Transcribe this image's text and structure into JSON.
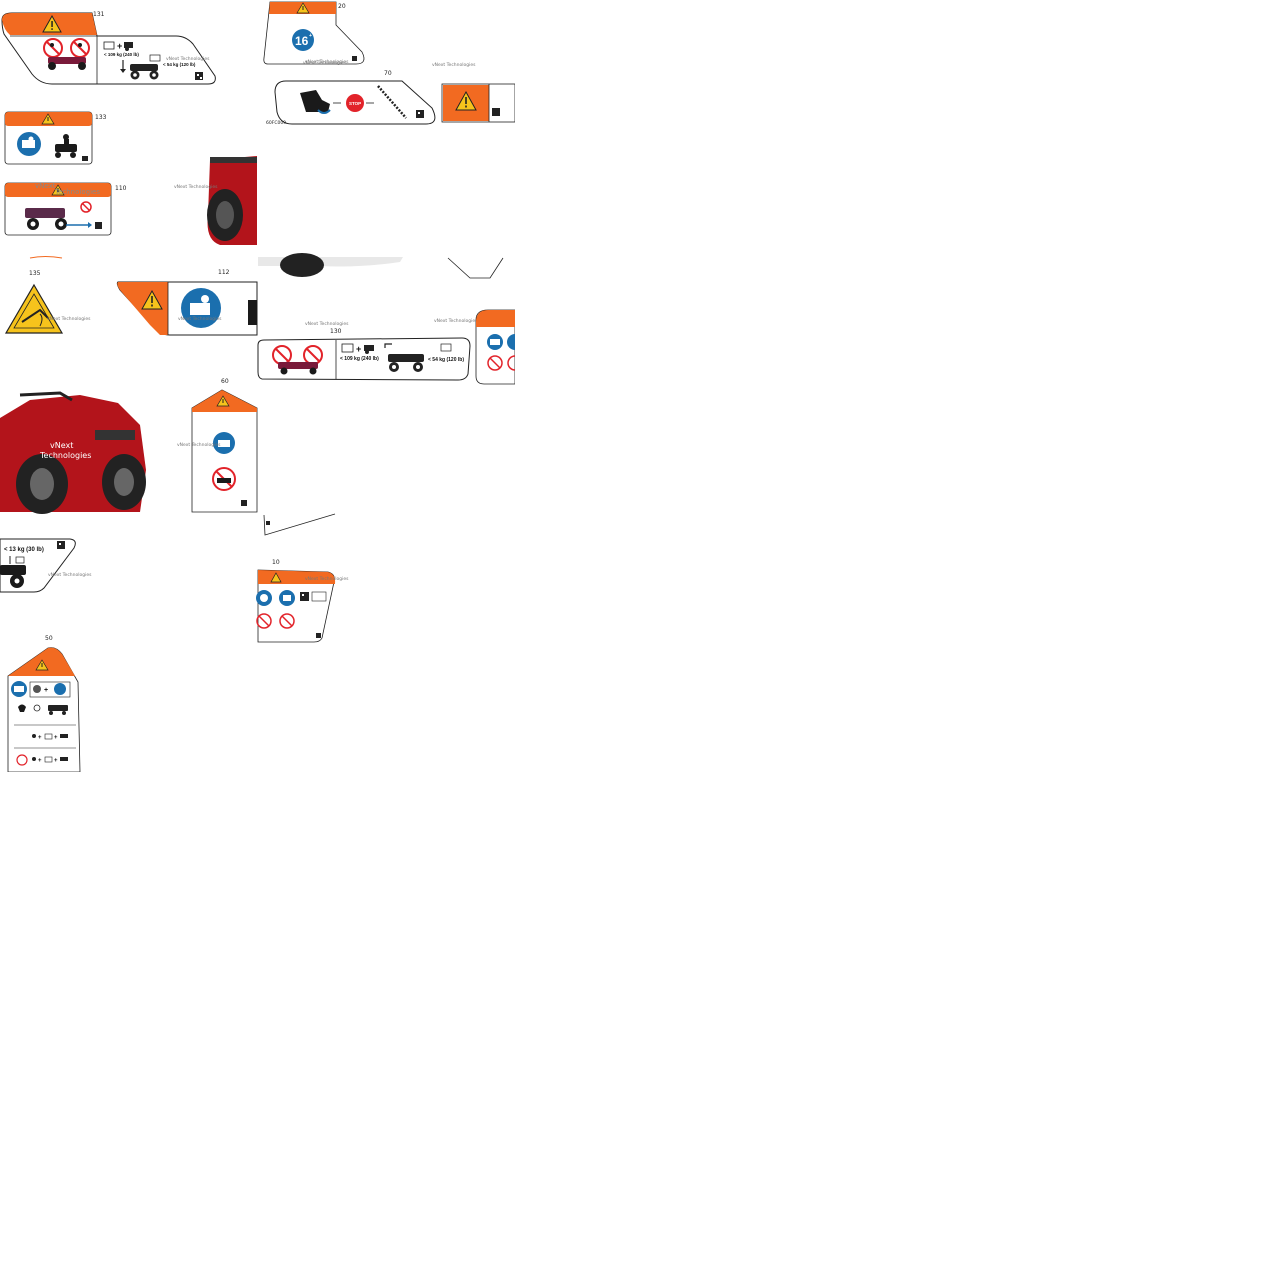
{
  "colors": {
    "orange": "#f26a21",
    "yellow": "#f6c31c",
    "blue": "#1b6fae",
    "red": "#e2232a",
    "atv_red": "#b3141b",
    "dark": "#1a1a1a"
  },
  "watermark": {
    "small": "vNext Technologies",
    "large_line1": "vNext",
    "large_line2": "Technologies"
  },
  "labels": {
    "l131": {
      "callout": "131",
      "load_rear": "< 109 kg (240 lb)",
      "load_front": "< 54 kg (120 lb)",
      "icons": [
        "warning-triangle-icon",
        "no-passenger-icon",
        "cargo-plus-trailer-icon",
        "atv-icon",
        "qr-code-icon"
      ]
    },
    "l20": {
      "callout": "20",
      "age": "16",
      "age_suffix": "+"
    },
    "l70": {
      "callout": "70",
      "part_code": "60FC009",
      "stop": "STOP"
    },
    "l133": {
      "callout": "133"
    },
    "l110": {
      "callout": "110"
    },
    "l135": {
      "callout": "135"
    },
    "l112": {
      "callout": "112"
    },
    "l130": {
      "callout": "130",
      "load_rear": "< 109 kg (240 lb)",
      "load_front": "< 54 kg (120 lb)"
    },
    "l60": {
      "callout": "60"
    },
    "l30": {
      "load": "< 13 kg (30 lb)"
    },
    "l10": {
      "callout": "10"
    },
    "l50": {
      "callout": "50"
    }
  }
}
